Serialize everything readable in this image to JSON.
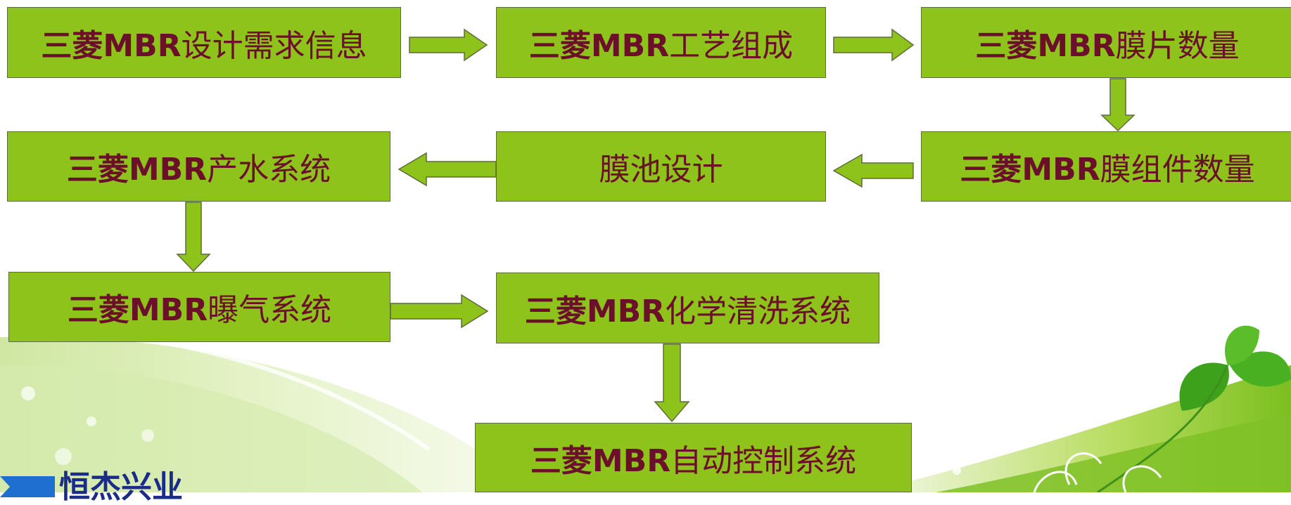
{
  "nodes": [
    {
      "id": "design-info",
      "brand": "三菱MBR",
      "text": "设计需求信息"
    },
    {
      "id": "process",
      "brand": "三菱MBR",
      "text": "工艺组成"
    },
    {
      "id": "sheet-count",
      "brand": "三菱MBR",
      "text": "膜片数量"
    },
    {
      "id": "module-count",
      "brand": "三菱MBR",
      "text": "膜组件数量"
    },
    {
      "id": "tank-design",
      "brand": "",
      "text": "膜池设计"
    },
    {
      "id": "water-system",
      "brand": "三菱MBR",
      "text": "产水系统"
    },
    {
      "id": "aeration",
      "brand": "三菱MBR",
      "text": "曝气系统"
    },
    {
      "id": "chem-clean",
      "brand": "三菱MBR",
      "text": "化学清洗系统"
    },
    {
      "id": "auto-control",
      "brand": "三菱MBR",
      "text": "自动控制系统"
    }
  ],
  "edges": [
    {
      "from": "design-info",
      "to": "process"
    },
    {
      "from": "process",
      "to": "sheet-count"
    },
    {
      "from": "sheet-count",
      "to": "module-count"
    },
    {
      "from": "module-count",
      "to": "tank-design"
    },
    {
      "from": "tank-design",
      "to": "water-system"
    },
    {
      "from": "water-system",
      "to": "aeration"
    },
    {
      "from": "aeration",
      "to": "chem-clean"
    },
    {
      "from": "chem-clean",
      "to": "auto-control"
    }
  ],
  "logo": {
    "text": "恒杰兴业"
  },
  "colors": {
    "box_fill": "#8dc31b",
    "box_border": "#5f6b3d",
    "text": "#6b0f2a",
    "logo_blue": "#1f6fd0"
  }
}
